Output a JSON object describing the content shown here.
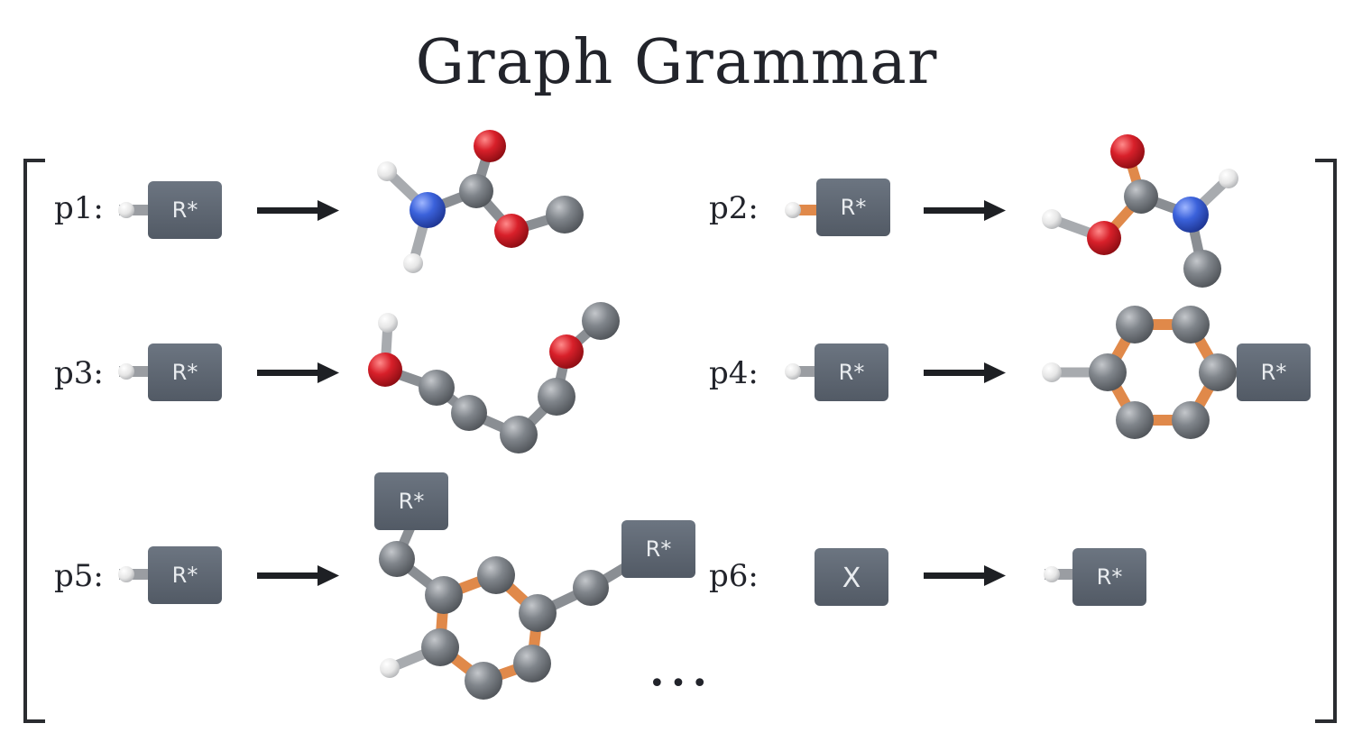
{
  "title": "Graph Grammar",
  "rules": [
    {
      "label": "p1:",
      "lhs_box": "R*"
    },
    {
      "label": "p2:",
      "lhs_box": "R*"
    },
    {
      "label": "p3:",
      "lhs_box": "R*"
    },
    {
      "label": "p4:",
      "lhs_box": "R*",
      "rhs_box": "R*"
    },
    {
      "label": "p5:",
      "lhs_box": "R*",
      "rhs_box_a": "R*",
      "rhs_box_b": "R*"
    },
    {
      "label": "p6:",
      "lhs_box": "X",
      "rhs_box": "R*"
    }
  ],
  "ellipsis": "•••",
  "colors": {
    "carbon": "#7d8186",
    "oxygen": "#d21f2a",
    "nitrogen": "#3459d6",
    "hydrogen": "#e8e8e8",
    "aromatic_bond": "#e0894a",
    "box": "#5f6874",
    "arrow": "#1e2024",
    "bracket": "#2a2c30"
  }
}
